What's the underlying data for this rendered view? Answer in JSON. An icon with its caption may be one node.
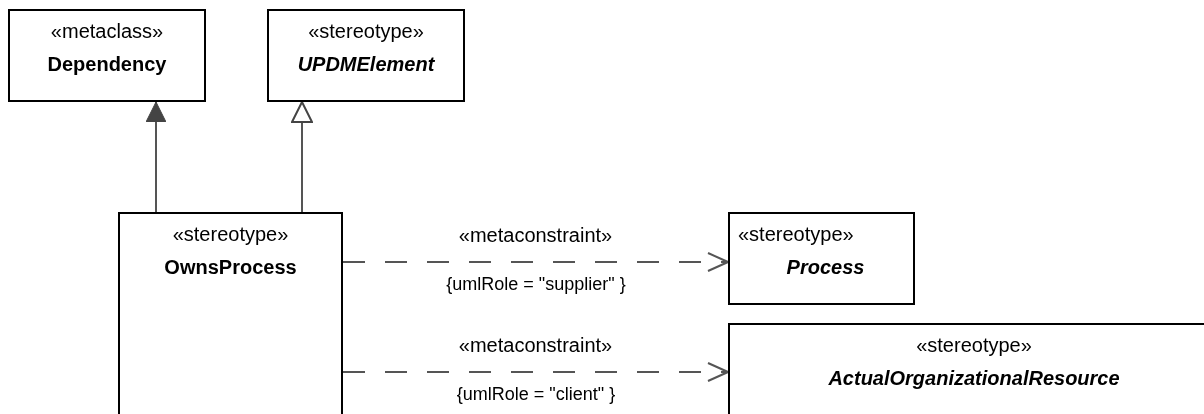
{
  "diagram": {
    "nodes": [
      {
        "text": [
          "«metaclass»",
          "Dependency"
        ]
      },
      {
        "text": [
          "«stereotype»",
          "UPDMElement"
        ]
      },
      {
        "text": [
          "«stereotype»",
          "OwnsProcess"
        ]
      },
      {
        "text": [
          "«stereotype»",
          "Process"
        ]
      },
      {
        "text": [
          "«stereotype»",
          "ActualOrganizationalResource"
        ]
      }
    ],
    "edges": [
      {
        "from": 2,
        "to": 0,
        "arrow": "to"
      },
      {
        "from": 2,
        "to": 1,
        "arrow": "to"
      },
      {
        "from": 2,
        "to": 3,
        "arrow": "to",
        "label": "«metaconstraint»",
        "style": "dashed"
      },
      {
        "from": 2,
        "to": 4,
        "arrow": "to",
        "label": "«metaconstraint»",
        "style": "dashed"
      }
    ],
    "labels": [
      "{umlRole = \"supplier\" }",
      "{umlRole = \"client\" }"
    ]
  }
}
